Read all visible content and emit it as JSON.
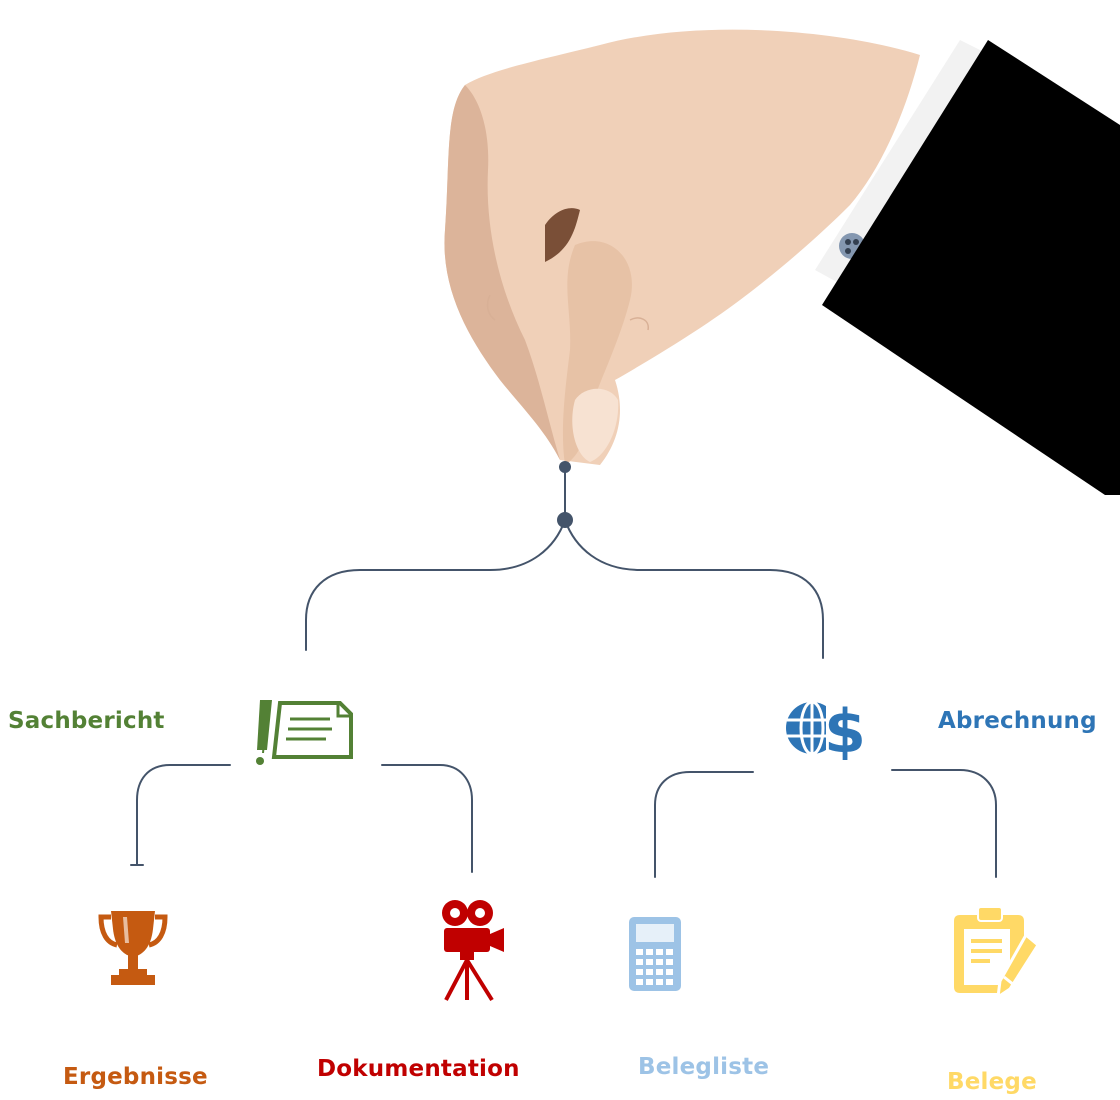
{
  "root": {
    "connector_color": "#44546a"
  },
  "branches": [
    {
      "label": "Sachbericht",
      "color": "#538135",
      "icon": "contract-pen-icon",
      "children": [
        {
          "label": "Ergebnisse",
          "color": "#c55a11",
          "icon": "trophy-icon"
        },
        {
          "label": "Dokumentation",
          "color": "#c00000",
          "icon": "movie-camera-icon"
        }
      ]
    },
    {
      "label": "Abrechnung",
      "color": "#2e75b6",
      "icon": "globe-dollar-icon",
      "children": [
        {
          "label": "Belegliste",
          "color": "#9dc3e6",
          "icon": "calculator-icon"
        },
        {
          "label": "Belege",
          "color": "#ffd966",
          "icon": "document-edit-icon"
        }
      ]
    }
  ],
  "illustration": {
    "icon": "hand-holding-string-icon",
    "sleeve_color": "#000000",
    "cuff_color": "#f2f2f2",
    "skin_color": "#f0d0b8"
  }
}
